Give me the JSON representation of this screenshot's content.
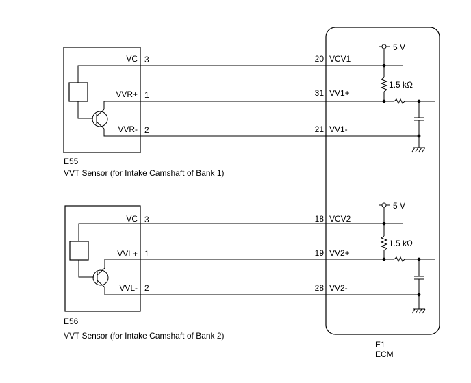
{
  "ecm": {
    "connector": "E1",
    "name": "ECM"
  },
  "sensor1": {
    "connector": "E55",
    "name": "VVT Sensor (for Intake Camshaft of Bank 1)",
    "pins": [
      {
        "label": "VC",
        "num": "3",
        "ecm_pin": "20",
        "ecm_label": "VCV1"
      },
      {
        "label": "VVR+",
        "num": "1",
        "ecm_pin": "31",
        "ecm_label": "VV1+"
      },
      {
        "label": "VVR-",
        "num": "2",
        "ecm_pin": "21",
        "ecm_label": "VV1-"
      }
    ],
    "supply": "5 V",
    "resistor": "1.5 kΩ"
  },
  "sensor2": {
    "connector": "E56",
    "name": "VVT Sensor (for Intake Camshaft of Bank 2)",
    "pins": [
      {
        "label": "VC",
        "num": "3",
        "ecm_pin": "18",
        "ecm_label": "VCV2"
      },
      {
        "label": "VVL+",
        "num": "1",
        "ecm_pin": "19",
        "ecm_label": "VV2+"
      },
      {
        "label": "VVL-",
        "num": "2",
        "ecm_pin": "28",
        "ecm_label": "VV2-"
      }
    ],
    "supply": "5 V",
    "resistor": "1.5 kΩ"
  }
}
